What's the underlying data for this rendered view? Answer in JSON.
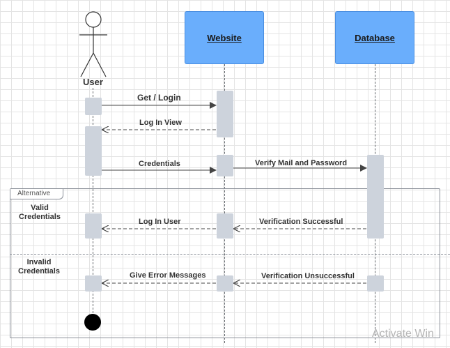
{
  "actor": {
    "label": "User"
  },
  "participants": {
    "website": "Website",
    "database": "Database"
  },
  "messages": {
    "get_login": "Get / Login",
    "log_in_view": "Log In View",
    "credentials": "Credentials",
    "verify": "Verify Mail and Password",
    "log_in_user": "Log In User",
    "verification_successful": "Verification Successful",
    "give_error": "Give Error Messages",
    "verification_unsuccessful": "Verification Unsuccessful"
  },
  "fragment": {
    "type": "Alternative",
    "guard_valid": "Valid\nCredentials",
    "guard_invalid": "Invalid\nCredentials"
  },
  "watermark": "Activate Win"
}
